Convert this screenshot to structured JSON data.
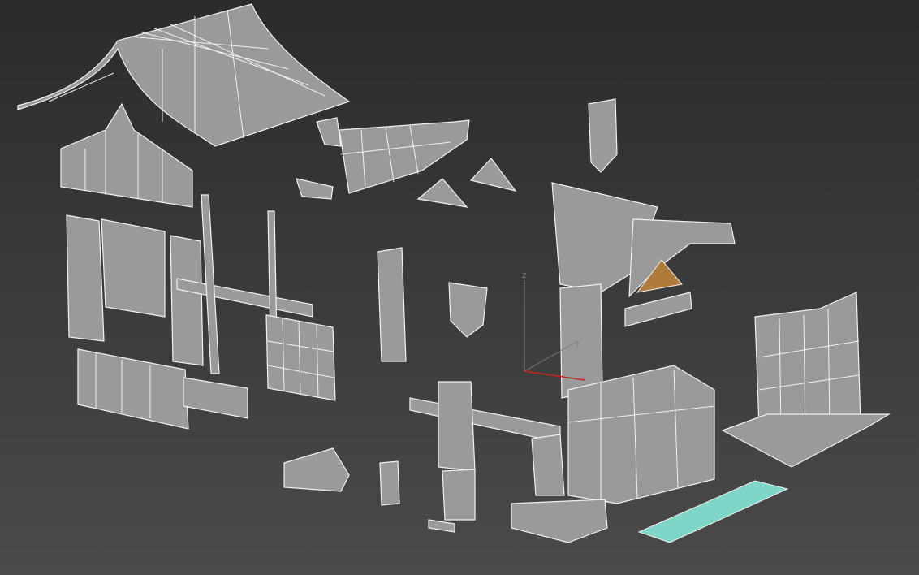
{
  "viewport": {
    "type": "3D wireframe-on-shaded perspective viewport",
    "gizmo": {
      "z_label": "z",
      "y_label": "y"
    },
    "colors": {
      "background_top": "#2b2b2b",
      "background_bottom": "#4a4a4a",
      "mesh_fill": "#9a9a9a",
      "wire": "#f2f2f2",
      "selected_cyan": "#7fd6c8",
      "accent_orange": "#b07a3a",
      "x_axis": "#cc2222"
    }
  }
}
